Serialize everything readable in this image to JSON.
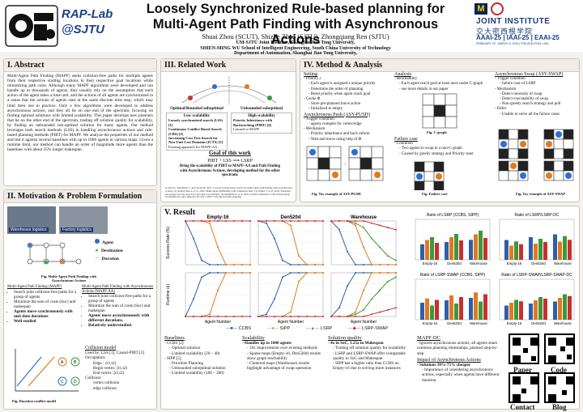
{
  "header": {
    "lab": "RAP-Lab @SJTU",
    "title_line1": "Loosely Synchronized Rule-based planning for",
    "title_line2": "Multi-Agent Path Finding with Asynchronous Actions",
    "authors": "Shuai Zhou (SCUT), Shizhe Zhao (SJTU), Zhongqiang Ren (SJTU)",
    "aff1": "UM-SJTU Joint Institute, Shanghai Jiao Tong University,",
    "aff2": "SHIEN-MING WU School of Intelligent Engineering, South China University of Technology",
    "aff3": "Department of Automation, Shanghai Jiao Tong University,",
    "ji": "JOINT INSTITUTE",
    "ji_cn": "交大密西根学院",
    "aaai": "AAAI-25 | IAAI-25 | EAAI-25",
    "aaai_sub": "FEBRUARY 25 - MARCH 4, 2025 | PHILADELPHIA, USA"
  },
  "abstract": {
    "head": "I. Abstract",
    "body": "Multi-Agent Path Finding (MAPF) seeks collision-free paths for multiple agents from their respective starting locations to their respective goal locations while minimizing path costs. Although many MAPF algorithms were developed and can handle up to thousands of agents, they usually rely on the assumption that each action of the agent takes a time unit, and the actions of all agents are synchronized in a sense that the actions of agents start at the same discrete time step, which may limit their use in practice. Only a few algorithms were developed to address asynchronous actions, and they all lie on one end of the spectrum, focusing on finding optimal solutions with limited scalability. This paper develops new planners that lie on the other end of the spectrum, trading off solution quality for scalability, by finding an unbounded sub-optimal solution for many agents. Our method leverages both search methods (LSS) in handling asynchronous actions and rule-based planning methods (PIBT) for MAPF. We analyze the properties of our method and test it against several baselines with up to 1000 agents in various maps. Given a runtime limit, our method can handle an order of magnitude more agents than the baselines with about 25% longer makespan."
  },
  "motivation": {
    "head": "II. Motivation & Problem Formulation",
    "img1": "Warehouse logistics",
    "img2": "Factory logistics",
    "legend_agent": "Agent",
    "legend_dest": "Destination",
    "legend_dur": "Duration",
    "fig_cap": "Fig. Multi-Agent Path Finding with Asynchronous Actions",
    "mapf_head": "Multi-Agent Path Finding (MAPF)",
    "mapf": [
      "Search joint collision-free paths for a group of agents",
      "Minimize the sum of costs (Soc) and makespan",
      "Agents move synchronously with unit time durations",
      "Well studied"
    ],
    "aa_head": "Multi-Agent Path Finding with Asynchronous Actions (MAPF-AA)",
    "aa": [
      "Search joint collision-free paths for a group of agents",
      "Minimize the sum of costs (Soc) and makespan",
      "Agents move asynchronously with different durations.",
      "Relatively understudied."
    ],
    "cm_head": "Collision model",
    "cm_used": "Used by: LSS [1], Causal-PIBT [2]",
    "cm_occ": "Occupation:",
    "cm_edge": "Edge : {t1,t2}",
    "cm_begin": "Begin vertex: [t1,t2)",
    "cm_end": "End vertex: [t1,t2)",
    "cm_col": "Collision:",
    "cm_vc": "vertex collision",
    "cm_ec": "edge collision",
    "fig_dur": "Fig. Duration conflict model"
  },
  "related": {
    "head": "III. Related Work",
    "left_title": "Optimal/Bounded suboptimal",
    "right_title": "Unbounded suboptimal",
    "low": "Low scalability",
    "high": "High scalability",
    "l1": "Loosely synchronized search (LSS) [1]",
    "l2": "Continuous Conflict Based Search (CBS) [2]",
    "l3": "Increasing Cost Tree Search for Non-Unit Cost Domains (ICTS) [3]",
    "l4": "Existing approach for MAPF-AA",
    "r1": "Priority Inheritance with Backtracking (PIBT) [4]",
    "r2": "Limited to MAPF",
    "goal_head": "Goal of this work",
    "goal_eq": "PIBT + LSS ⟹ LSRP",
    "goal_text": "Bring the scalability of PIBT to MAPF-AA and Path Finding with Asynchronous Actions, developing method for the other spectrum."
  },
  "method": {
    "head": "IV. Method & Analysis",
    "setting": "Setting",
    "priority": "Priority ε",
    "p1": "Each agent is assigned a unique priority",
    "p2": "Determine the order of planning",
    "p3": "Reset priority when agent reach goal",
    "cache": "Cache Φ",
    "c1": "Store pre-planned move action",
    "c2": "Initialized to empty",
    "async_push": "Asynchronous Push (ASY-PUSH)",
    "t1": "Trigger condition",
    "t1a": "agents compete for vertex/edge",
    "mech": "Mechanism",
    "m1": "Priority inheritance and back inform",
    "m2": "Wait and move using help of Φ",
    "fig_push": "Fig. Toy example of ASY-PUSH",
    "analysis": "Analysis",
    "reach": "Reachability",
    "r1": "Each agent reach goal at least once under C-graph",
    "r2": "see more details in our paper",
    "fig_c": "Fig. C-graph",
    "failure": "Failure case",
    "cond": "Condition",
    "f1": "Two agents to swap in a non-C-graph",
    "f2": "Caused by greedy strategy and Priority reset",
    "fig_fail": "Fig. Failure case",
    "swap": "Asynchronous Swap (ASY-SWAP)",
    "s_t": "Trigger condition",
    "s_t1": "failure case of LSRP",
    "s_m": "Mechanism",
    "s_m1": "Detect necessity of swap",
    "s_m2": "Detect executability of swap",
    "s_m3": "Non-greedy search strategy and pull",
    "s_m4": "Defer",
    "s_m5": "Unable to solve all the failure cases",
    "fig_swap": "Fig. Toy example of ASY-SWAP"
  },
  "result": {
    "head": "V. Result",
    "col_titles": [
      "Empty-16",
      "Den520d",
      "Warehouse"
    ],
    "ylab_top": "Success Rate (%)",
    "ylab_bot": "Runtime (s)",
    "xlab": "Agent Number",
    "legend": [
      "CCBS",
      "SIPP",
      "LSRP",
      "LSRP-SWAP"
    ],
    "right_titles": [
      "Ratio of LSRP (CCBS, SIPP)",
      "Ratio of LSRP/LSRP-DC",
      "Ratio of LSRP-SWAP (CCBS, SIPP)",
      "Ratio of LSRP-SWAP/LSRP-SWAP-DC"
    ],
    "rx": [
      "Empty-16",
      "Den520d",
      "Warehouse"
    ]
  },
  "baselines": {
    "head": "Baselines",
    "ccbs": "CCBS [2]",
    "c1": "Optimal solution",
    "c2": "Limited scalability (20 – 40)",
    "sipp": "SIPP [5]",
    "s1": "Prioritize Planning",
    "s2": "Unbounded suboptimal solution",
    "s3": "Limited scalability (100 – 200)"
  },
  "scal": {
    "head": "Scalability",
    "a": "Handles up to 1000 agents",
    "a1": "10x improvement over existing methods",
    "a2": "Sparse maps (Empty-16, Den520d) results show graph reachability",
    "a3": "Cluttered maps (Warehouse) results highlight advantage of swap operation"
  },
  "qual": {
    "head": "Solution quality",
    "a": "4x in SoC, 1.25x in Makespan",
    "a1": "Trading off solution quality for scalability",
    "a2": "LSRP and LSRP-SWAP offer comparable quality in SoC and Makespan",
    "a3": "SIPP has a higher ratio than CCBS on Empty-16 due to solving more instances"
  },
  "mapfdc": {
    "head": "MAPF-DC",
    "a": "Ignores asynchronous actions; all agents share common planning timestamps, planned step-by-step",
    "impact": "Impact of Asynchronous Actions",
    "b": "Solutions 30%-75% cheaper",
    "b1": "Importance of considering asynchronous actions, especially when agents have different duration."
  },
  "qr": [
    "Paper",
    "Code",
    "Contact",
    "Blog"
  ],
  "refs": {
    "r_mid": "[1] Ren Z., Rathinam S., and Choset H. 2021. Loosely synchronized search for multi-agent path finding with asynchronous actions. [2] Andreychuk A. et al. 2022. Multi-agent pathfinding with continuous time. [3] Walker T. et al. 2018. Extended increasing cost tree search for non-unit cost domains. [4] Okumura K. et al. 2022. Priority inheritance with backtracking. [5] Phillips M. and Likhachev M. 2011. SIPP: Safe interval path planning."
  },
  "colors": {
    "ccbs": "#2e5fa8",
    "sipp": "#e07a1f",
    "lsrp": "#3a9a3a",
    "lsrpswap": "#c8302f",
    "accent": "#1b3f8a"
  },
  "chart_data": [
    {
      "type": "line",
      "title": "Empty-16",
      "ylabel": "Success Rate (%)",
      "x": [
        10,
        30,
        50,
        100,
        200,
        400,
        600,
        800,
        1000
      ],
      "series": [
        {
          "name": "CCBS",
          "values": [
            100,
            60,
            10,
            0,
            0,
            0,
            0,
            0,
            0
          ]
        },
        {
          "name": "SIPP",
          "values": [
            100,
            100,
            100,
            95,
            40,
            0,
            0,
            0,
            0
          ]
        },
        {
          "name": "LSRP",
          "values": [
            100,
            100,
            100,
            100,
            100,
            100,
            100,
            100,
            100
          ]
        },
        {
          "name": "LSRP-SWAP",
          "values": [
            100,
            100,
            100,
            100,
            100,
            100,
            100,
            100,
            100
          ]
        }
      ]
    },
    {
      "type": "line",
      "title": "Den520d",
      "ylabel": "Success Rate (%)",
      "x": [
        10,
        30,
        50,
        100,
        200,
        400,
        600,
        800,
        1000
      ],
      "series": [
        {
          "name": "CCBS",
          "values": [
            100,
            95,
            60,
            10,
            0,
            0,
            0,
            0,
            0
          ]
        },
        {
          "name": "SIPP",
          "values": [
            100,
            100,
            100,
            100,
            90,
            20,
            0,
            0,
            0
          ]
        },
        {
          "name": "LSRP",
          "values": [
            100,
            100,
            100,
            100,
            100,
            100,
            100,
            100,
            100
          ]
        },
        {
          "name": "LSRP-SWAP",
          "values": [
            100,
            100,
            100,
            100,
            100,
            100,
            100,
            100,
            100
          ]
        }
      ]
    },
    {
      "type": "line",
      "title": "Warehouse",
      "ylabel": "Success Rate (%)",
      "x": [
        10,
        30,
        50,
        100,
        200,
        400,
        600,
        800,
        1000
      ],
      "series": [
        {
          "name": "CCBS",
          "values": [
            100,
            80,
            30,
            0,
            0,
            0,
            0,
            0,
            0
          ]
        },
        {
          "name": "SIPP",
          "values": [
            100,
            100,
            100,
            90,
            40,
            0,
            0,
            0,
            0
          ]
        },
        {
          "name": "LSRP",
          "values": [
            100,
            100,
            100,
            95,
            85,
            60,
            40,
            20,
            10
          ]
        },
        {
          "name": "LSRP-SWAP",
          "values": [
            100,
            100,
            100,
            100,
            100,
            95,
            90,
            85,
            80
          ]
        }
      ]
    }
  ]
}
